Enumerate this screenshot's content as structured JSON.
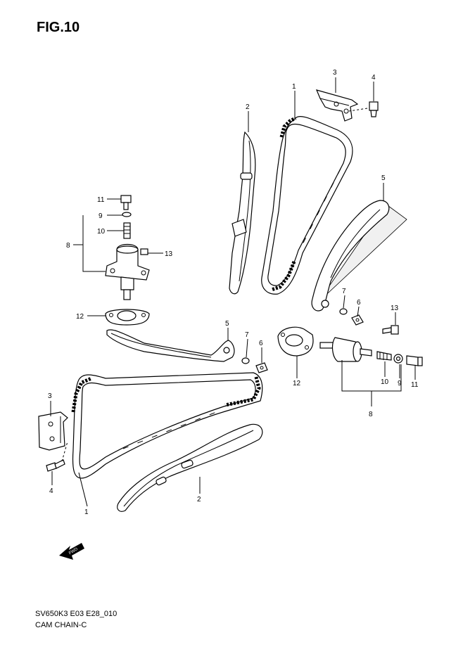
{
  "figure": {
    "title": "FIG.10"
  },
  "footer": {
    "model_code": "SV650K3 E03 E28_010",
    "name": "CAM CHAIN-C"
  },
  "fwd_arrow": {
    "text": "FWD"
  },
  "callouts": [
    {
      "id": "c-1-top",
      "text": "1"
    },
    {
      "id": "c-2-top",
      "text": "2"
    },
    {
      "id": "c-3-top",
      "text": "3"
    },
    {
      "id": "c-4-top",
      "text": "4"
    },
    {
      "id": "c-5-right",
      "text": "5"
    },
    {
      "id": "c-11-left",
      "text": "11"
    },
    {
      "id": "c-9-left",
      "text": "9"
    },
    {
      "id": "c-8-left",
      "text": "8"
    },
    {
      "id": "c-10-left",
      "text": "10"
    },
    {
      "id": "c-13-left",
      "text": "13"
    },
    {
      "id": "c-12-left",
      "text": "12"
    },
    {
      "id": "c-5-mid",
      "text": "5"
    },
    {
      "id": "c-7-mid",
      "text": "7"
    },
    {
      "id": "c-6-mid",
      "text": "6"
    },
    {
      "id": "c-7-right",
      "text": "7"
    },
    {
      "id": "c-6-right",
      "text": "6"
    },
    {
      "id": "c-13-right",
      "text": "13"
    },
    {
      "id": "c-12-right",
      "text": "12"
    },
    {
      "id": "c-10-right",
      "text": "10"
    },
    {
      "id": "c-9-right",
      "text": "9"
    },
    {
      "id": "c-11-right",
      "text": "11"
    },
    {
      "id": "c-8-right",
      "text": "8"
    },
    {
      "id": "c-3-bottom",
      "text": "3"
    },
    {
      "id": "c-4-bottom",
      "text": "4"
    },
    {
      "id": "c-1-bottom",
      "text": "1"
    },
    {
      "id": "c-2-bottom",
      "text": "2"
    }
  ]
}
